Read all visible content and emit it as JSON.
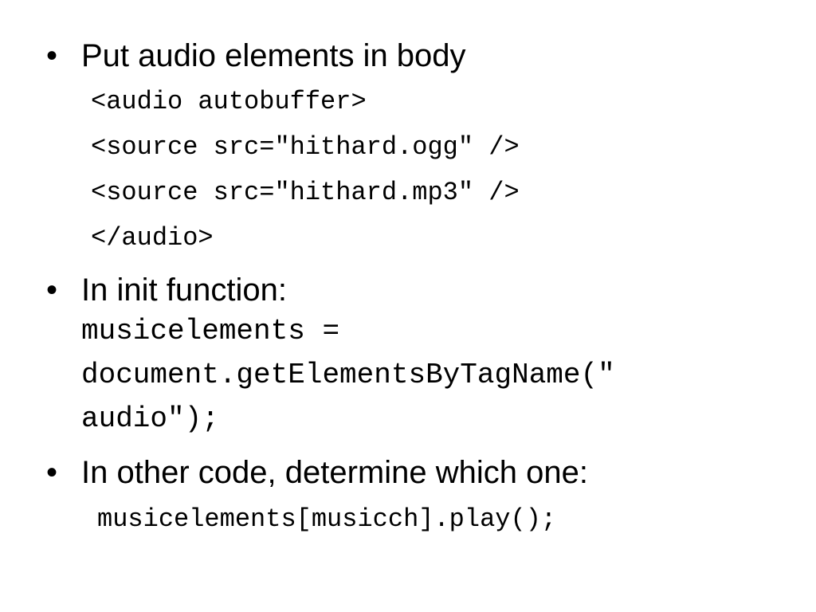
{
  "slide": {
    "bullets": [
      {
        "marker": "•",
        "text": "Put audio elements in body",
        "code_lines": [
          "<audio autobuffer>",
          "<source src=\"hithard.ogg\" />",
          "<source src=\"hithard.mp3\" />",
          "</audio>"
        ]
      },
      {
        "marker": "•",
        "text": "In init function:",
        "code_lines": [
          "musicelements =",
          "document.getElementsByTagName(\"",
          "audio\");"
        ]
      },
      {
        "marker": "•",
        "text": "In other code, determine which one:",
        "code_lines": [
          "musicelements[musicch].play();"
        ]
      }
    ]
  }
}
